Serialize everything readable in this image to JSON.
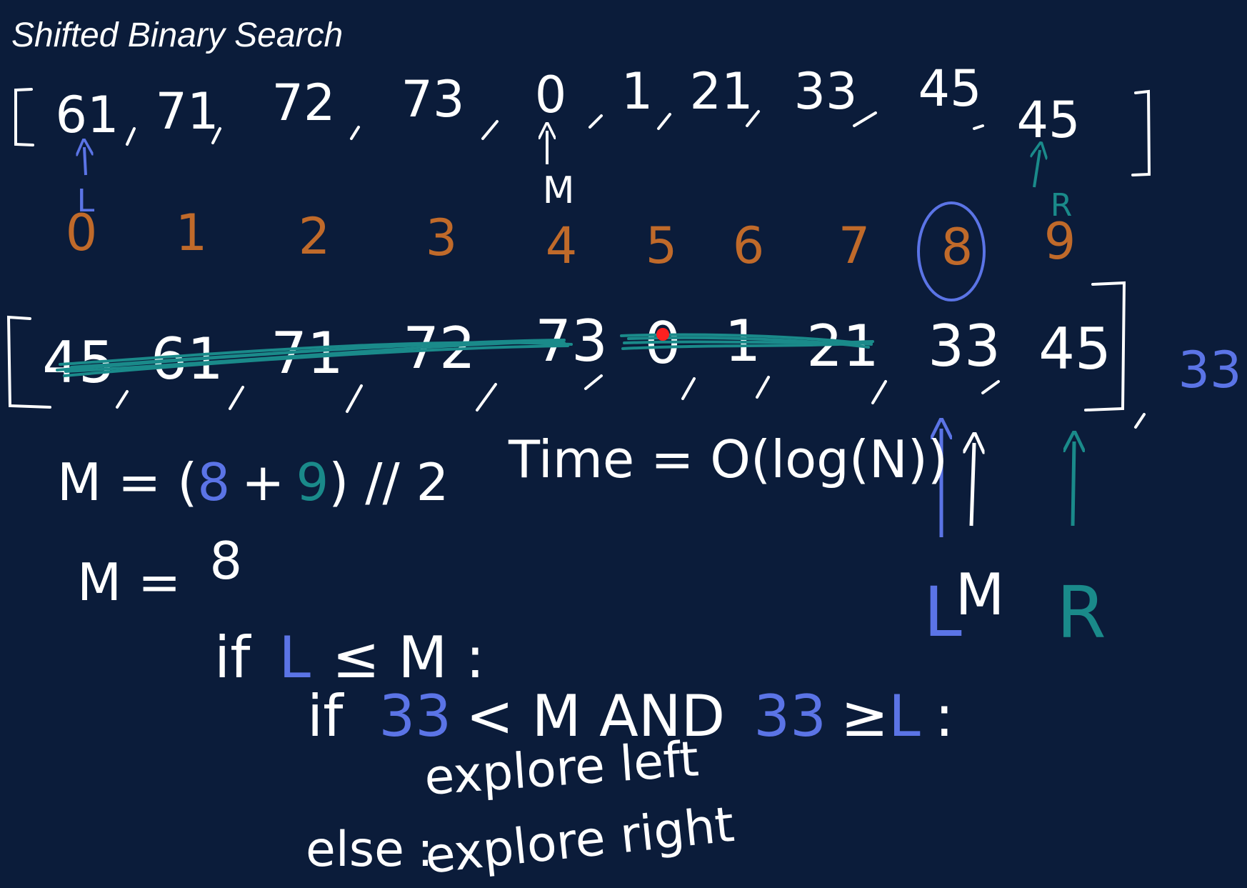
{
  "title": "Shifted Binary Search",
  "colors": {
    "background": "#0b1c3a",
    "chalk": "#ffffff",
    "index": "#c06a2a",
    "left_pointer": "#5b74e6",
    "right_pointer": "#1a8a8a",
    "laser_dot": "#ff2020"
  },
  "array_top": {
    "values": [
      "61",
      "71",
      "72",
      "73",
      "0",
      "1",
      "21",
      "33",
      "45",
      "45"
    ],
    "labels": {
      "left": "L",
      "mid": "M",
      "right": "R"
    }
  },
  "indices": [
    "0",
    "1",
    "2",
    "3",
    "4",
    "5",
    "6",
    "7",
    "8",
    "9"
  ],
  "array_bottom": {
    "values": [
      "45",
      "61",
      "71",
      "72",
      "73",
      "0",
      "1",
      "21",
      "33",
      "45"
    ],
    "target": "33",
    "labels": {
      "left": "L",
      "mid": "M",
      "right": "R"
    }
  },
  "notes": {
    "m_calc_prefix": "M = (",
    "m_calc_left": "8",
    "m_calc_plus": "+",
    "m_calc_right": "9",
    "m_calc_suffix": ") // 2",
    "m_result_prefix": "M =",
    "m_result_value": "8",
    "time": "Time = O(log(N))",
    "if1_keyword": "if",
    "if1_left": "L",
    "if1_rest": "≤ M :",
    "if2_keyword": "if",
    "if2_val1": "33",
    "if2_mid": "< M AND",
    "if2_val2": "33",
    "if2_op": "≥",
    "if2_left": "L",
    "if2_colon": ":",
    "explore_left": "explore left",
    "else_keyword": "else",
    "else_colon": ":",
    "explore_right": "explore right"
  }
}
